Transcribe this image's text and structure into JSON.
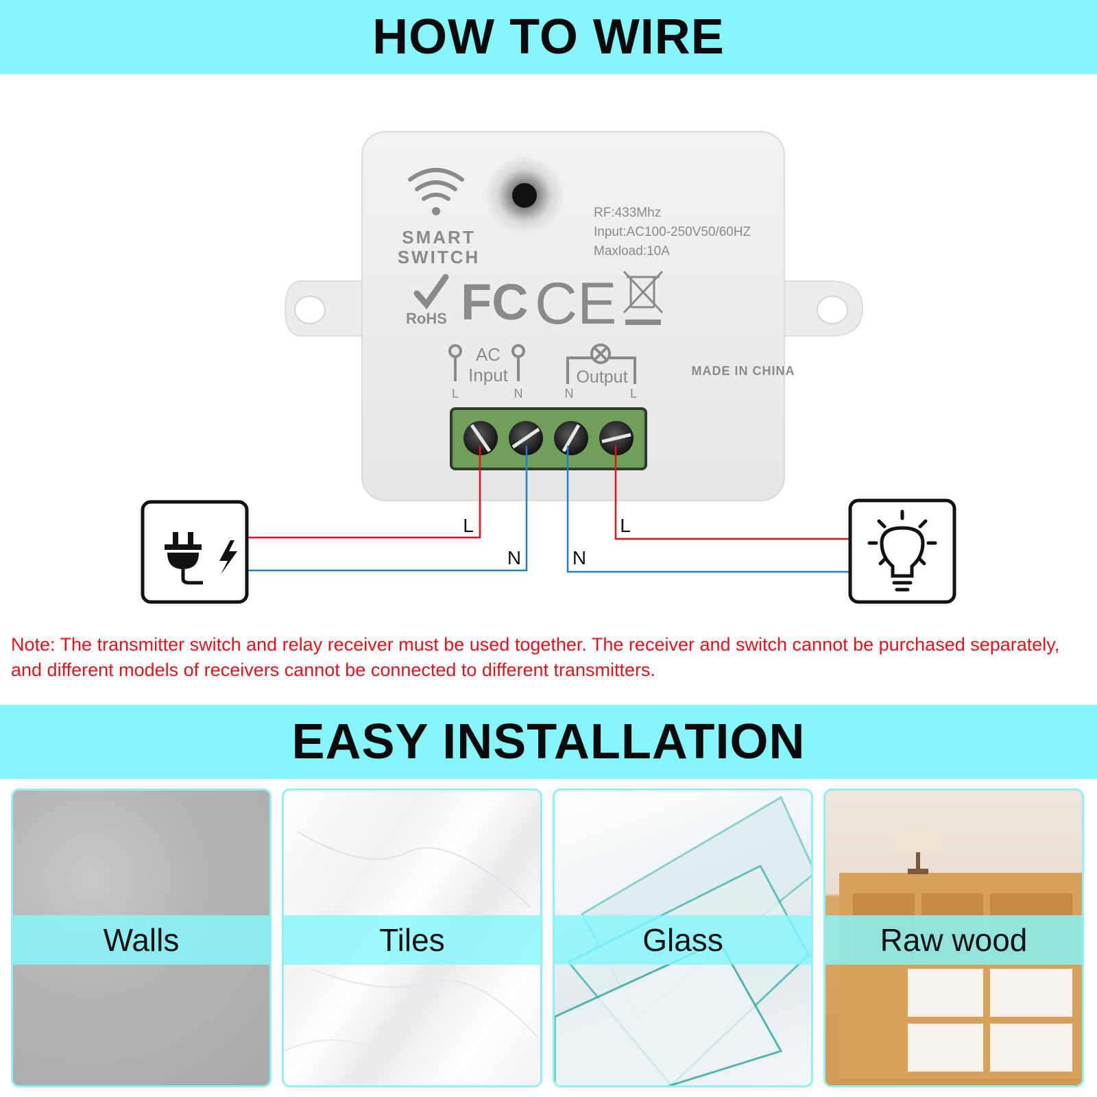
{
  "headings": {
    "top": "HOW TO WIRE",
    "bottom": "EASY INSTALLATION"
  },
  "device": {
    "brand_line1": "SMART",
    "brand_line2": "SWITCH",
    "spec_rf": "RF:433Mhz",
    "spec_input": "Input:AC100-250V50/60HZ",
    "spec_maxload": "Maxload:10A",
    "cert_rohs": "RoHS",
    "cert_fcc": "FC",
    "cert_ce": "CE",
    "origin": "MADE IN CHINA",
    "input_label_line1": "AC",
    "input_label_line2": "Input",
    "output_label": "Output",
    "terminal_labels": [
      "L",
      "N",
      "N",
      "L"
    ]
  },
  "wires": {
    "left_live": "L",
    "left_neutral": "N",
    "right_neutral": "N",
    "right_live": "L",
    "live_color": "#e8101a",
    "neutral_color": "#1f7fd6"
  },
  "icons": {
    "source": "plug-power-icon",
    "load": "light-bulb-icon"
  },
  "note": "Note: The transmitter switch and relay receiver must be used together. The receiver and switch cannot be purchased separately, and different models of receivers cannot be connected to different transmitters.",
  "surfaces": [
    "Walls",
    "Tiles",
    "Glass",
    "Raw wood"
  ],
  "colors": {
    "banner": "#85f6fc",
    "note": "#e8101a",
    "terminal_block": "#6fa05a"
  }
}
